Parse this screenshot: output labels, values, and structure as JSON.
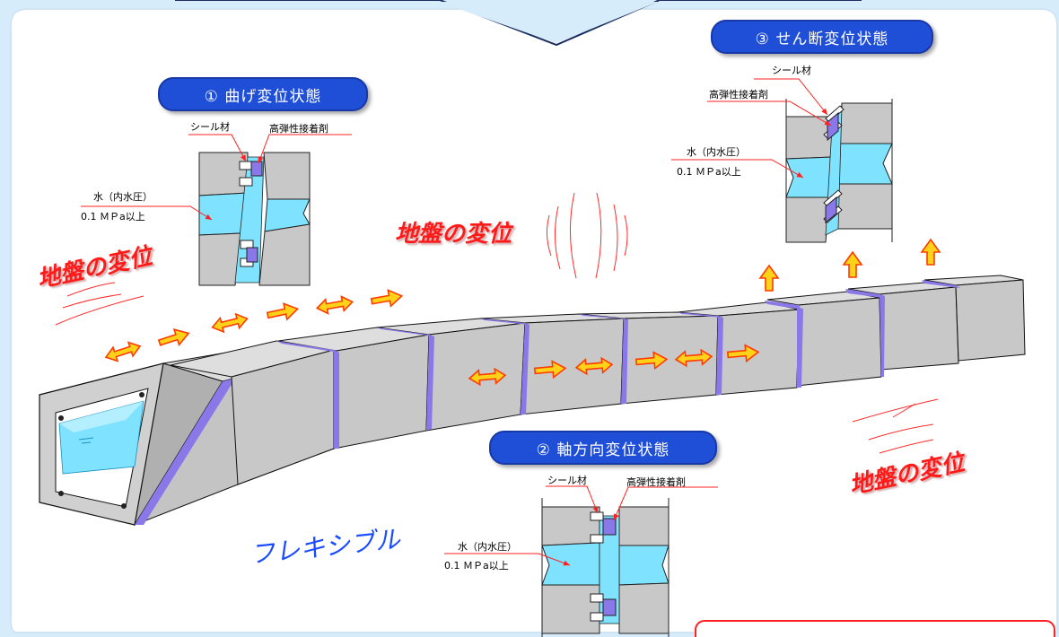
{
  "labels": {
    "state1": "① 曲げ変位状態",
    "state2": "② 軸方向変位状態",
    "state3": "③ せん断変位状態",
    "seal": "シール材",
    "adhesive": "高弾性接着剤",
    "water": "水（内水圧）",
    "pressure": "0.1 ＭＰa以上",
    "ground1": "地盤の変位",
    "ground2": "地盤の変位",
    "ground3": "地盤の変位",
    "flexible": "フレキシブル"
  },
  "colors": {
    "background": "#d6ecfb",
    "panel": "#ffffff",
    "concrete": "#c8c8c8",
    "joint": "#8a78e8",
    "water": "#7fe3ff",
    "arrow_fill": "#ffd21a",
    "arrow_edge": "#ff3b00",
    "label_red": "#ff1a1a",
    "label_blue": "#1a4bff",
    "pill": "#1f4fd6"
  }
}
